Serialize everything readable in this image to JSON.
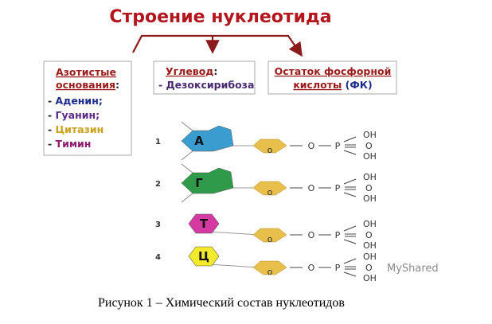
{
  "title": "Строение нуклеотида",
  "boxes": {
    "bases": {
      "heading1": "Азотистые",
      "heading2": "основания",
      "colon": ":",
      "items": [
        {
          "text": "Аденин;",
          "color": "#1f2d8c"
        },
        {
          "text": "Гуанин;",
          "color": "#5b2a86"
        },
        {
          "text": "Цитазин",
          "color": "#c9a21a"
        },
        {
          "text": "Тимин",
          "color": "#8e1c6e"
        }
      ]
    },
    "sugar": {
      "heading": "Углевод",
      "colon": ":",
      "item": "- Дезоксирибоза"
    },
    "phosphate": {
      "heading1": "Остаток фосфорной",
      "heading2": "кислоты",
      "suffix": " (ФК)"
    }
  },
  "rows": [
    {
      "num": "1",
      "base": "А",
      "color": "#3a9ccf",
      "shape": "purine"
    },
    {
      "num": "2",
      "base": "Г",
      "color": "#2f9a4a",
      "shape": "purine"
    },
    {
      "num": "3",
      "base": "Т",
      "color": "#d53aa3",
      "shape": "pyrimidine"
    },
    {
      "num": "4",
      "base": "Ц",
      "color": "#f2ea2a",
      "shape": "pyrimidine"
    }
  ],
  "chem": {
    "sugar_o": "o",
    "o": "O",
    "p": "P",
    "oh": "OH",
    "dbl_o": "O"
  },
  "sugar_color": "#e8bf4a",
  "watermark": "MyShared",
  "caption": "Рисунок 1 – Химический состав нуклеотидов"
}
